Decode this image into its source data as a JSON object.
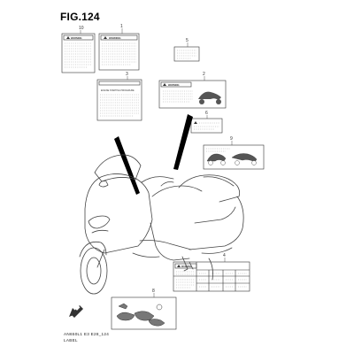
{
  "figure": {
    "title": "FIG.124",
    "footer_code": "AN650L1 E3 E28_124",
    "footer_label": "LABEL"
  },
  "callouts": [
    "1",
    "2",
    "3",
    "4",
    "5",
    "6",
    "8",
    "9",
    "10"
  ],
  "label_texts": {
    "warning_a": "WARNING",
    "warning_b": "WARNING",
    "warning_c": "WARNING",
    "warning_d": "WARNING",
    "engine_start": "ENGINE STARTING PROCEDURE"
  },
  "colors": {
    "line": "#333333",
    "pointer": "#000000",
    "label_text": "#555555"
  },
  "icons": [
    "motorcycle-outline",
    "front-arrow-icon",
    "warning-triangle-icon"
  ]
}
